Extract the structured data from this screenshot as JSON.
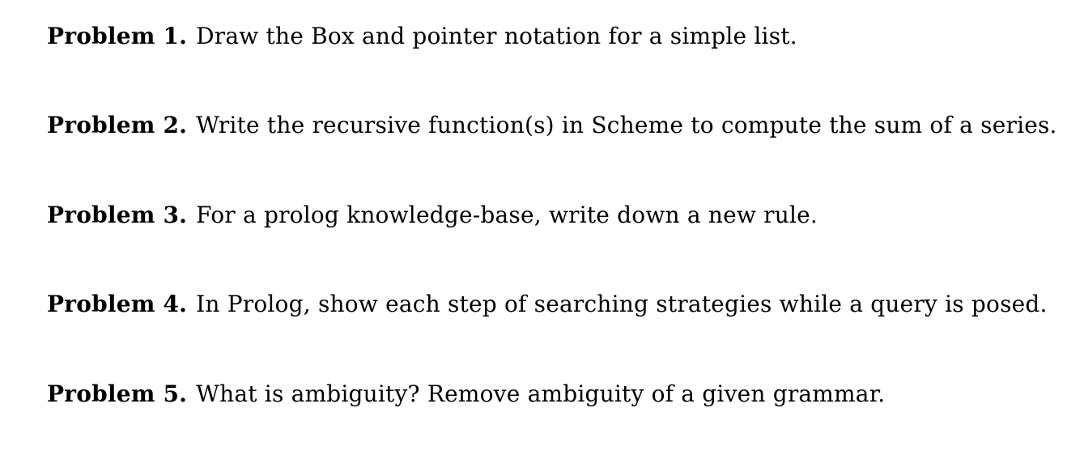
{
  "document": {
    "type": "problem-set",
    "text_color": "#000000",
    "background_color": "#ffffff",
    "problems": [
      {
        "label": "Problem 1.",
        "text": "Draw the Box and pointer notation for a simple list."
      },
      {
        "label": "Problem 2.",
        "text": "Write the recursive function(s) in Scheme to compute the sum of a series."
      },
      {
        "label": "Problem 3.",
        "text": "For a prolog knowledge-base, write down a new rule."
      },
      {
        "label": "Problem 4.",
        "text": "In Prolog, show each step of searching strategies while a query is posed."
      },
      {
        "label": "Problem 5.",
        "text": "What is ambiguity? Remove ambiguity of a given grammar."
      }
    ]
  }
}
